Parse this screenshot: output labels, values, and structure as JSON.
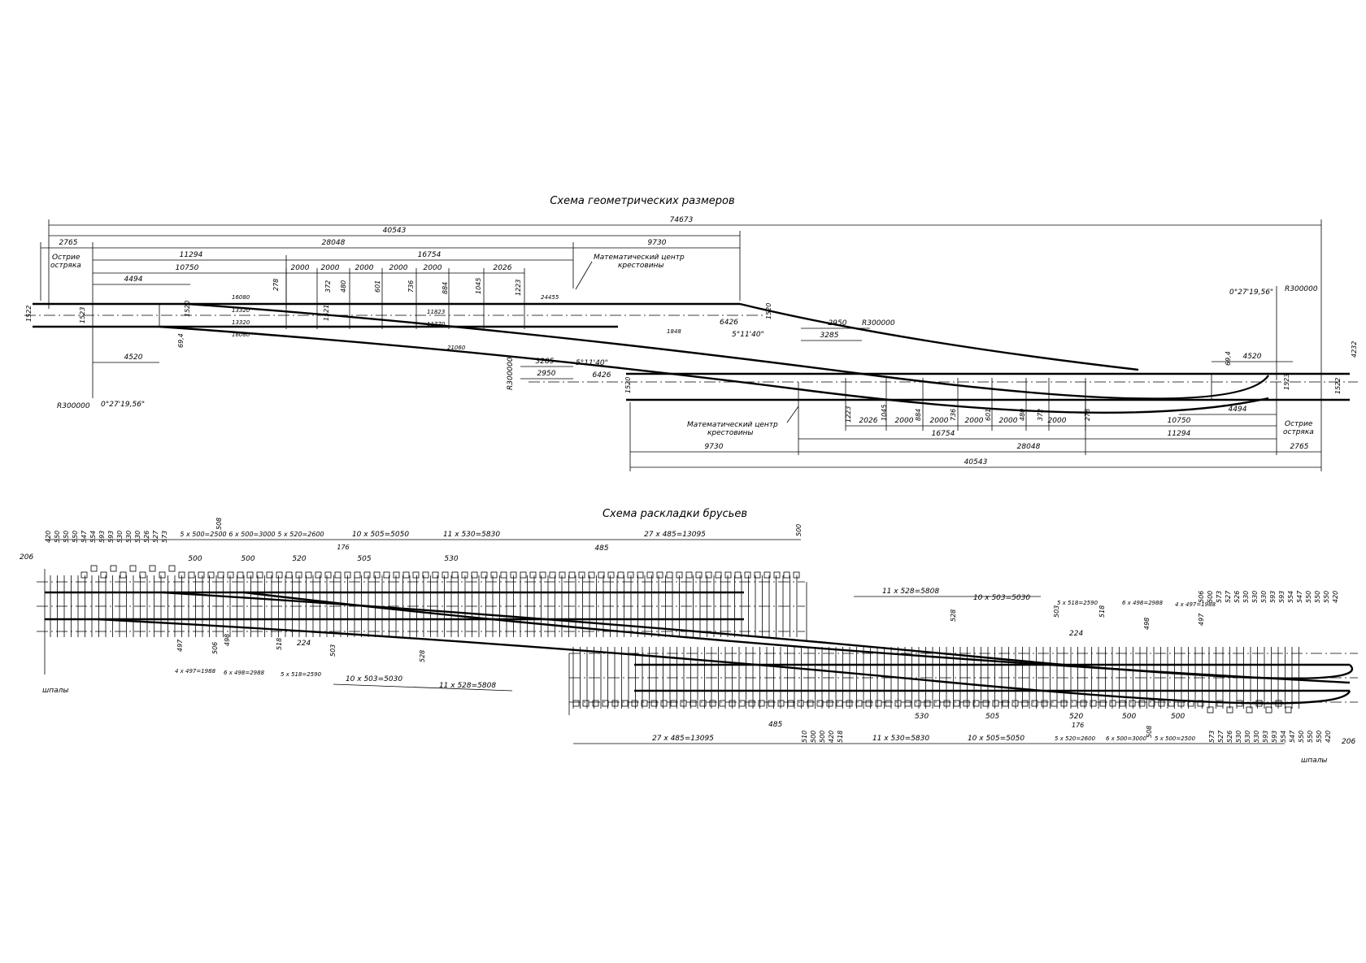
{
  "titles": {
    "geometry": "Схема геометрических размеров",
    "sleepers": "Схема раскладки брусьев"
  },
  "labels": {
    "point_tip_1": "Острие",
    "point_tip_2": "остряка",
    "math_center_1": "Математический центр",
    "math_center_2": "крестовины",
    "sleepers_word": "шпалы",
    "radius": "R300000",
    "angle_small": "0°27'19,56\"",
    "angle_frog": "5°11'40\""
  },
  "geometry": {
    "overall": "74673",
    "half_left": "40543",
    "half_right": "40543",
    "top_dims": [
      "2765",
      "28048",
      "9730"
    ],
    "top_row2": [
      "11294",
      "16754"
    ],
    "top_row3": [
      "10750"
    ],
    "top_row4": [
      "4494"
    ],
    "top_chain": [
      "2000",
      "2000",
      "2000",
      "2000",
      "2000",
      "2026"
    ],
    "top_ords": [
      "278",
      "372",
      "480",
      "601",
      "736",
      "884",
      "1045",
      "1223"
    ],
    "rail_lengths": [
      "16080",
      "13320",
      "13320",
      "16080",
      "11823",
      "11770",
      "21060",
      "24455",
      "1848",
      "6426"
    ],
    "gauges": [
      "1522",
      "1523",
      "1520",
      "1521",
      "69,4",
      "4520"
    ],
    "mid_dims": [
      "2950",
      "3285",
      "6426",
      "3285",
      "2950",
      "4232"
    ],
    "bottom_dims": [
      "9730",
      "28048",
      "2765"
    ],
    "bottom_row2": [
      "16754",
      "11294"
    ],
    "bottom_row3": [
      "10750"
    ],
    "bottom_row4": [
      "4494"
    ],
    "bottom_chain": [
      "2026",
      "2000",
      "2000",
      "2000",
      "2000",
      "2000"
    ],
    "bottom_ords": [
      "1223",
      "1045",
      "884",
      "736",
      "601",
      "480",
      "372",
      "278"
    ]
  },
  "sleepers": {
    "left_edge": "206",
    "right_edge": "206",
    "top_groups": [
      "5 x 500=2500",
      "6 x 500=3000",
      "5 x 520=2600",
      "10 x 505=5050",
      "11 x 530=5830",
      "27 x 485=13095"
    ],
    "top_pitches": [
      "500",
      "500",
      "520",
      "505",
      "530",
      "485",
      "176",
      "508",
      "500"
    ],
    "top_left_spacings": [
      "420",
      "550",
      "550",
      "550",
      "547",
      "554",
      "593",
      "593",
      "530",
      "530",
      "530",
      "526",
      "527",
      "573"
    ],
    "mid_groups": [
      "11 x 528=5808",
      "10 x 503=5030",
      "5 x 518=2590",
      "6 x 498=2988",
      "4 x 497=1988"
    ],
    "mid_pitches": [
      "528",
      "503",
      "224",
      "518",
      "498",
      "497"
    ],
    "mid_right_spacings": [
      "506",
      "500",
      "573",
      "527",
      "526",
      "530",
      "530",
      "530",
      "593",
      "593",
      "554",
      "547",
      "550",
      "550",
      "550",
      "420"
    ],
    "lower_groups": [
      "4 x 497=1988",
      "6 x 498=2988",
      "5 x 518=2590",
      "10 x 503=5030",
      "11 x 528=5808"
    ],
    "lower_pitches": [
      "497",
      "506",
      "498",
      "518",
      "224",
      "503",
      "528"
    ],
    "bottom_groups": [
      "27 x 485=13095",
      "11 x 530=5830",
      "10 x 505=5050",
      "5 x 520=2600",
      "6 x 500=3000",
      "5 x 500=2500"
    ],
    "bottom_pitches": [
      "485",
      "530",
      "505",
      "520",
      "176",
      "500",
      "500",
      "508"
    ],
    "bottom_right_spacings": [
      "573",
      "527",
      "526",
      "530",
      "530",
      "530",
      "593",
      "593",
      "554",
      "547",
      "550",
      "550",
      "550",
      "420"
    ],
    "bottom_left_spacings": [
      "510",
      "500",
      "500",
      "420",
      "518"
    ]
  }
}
